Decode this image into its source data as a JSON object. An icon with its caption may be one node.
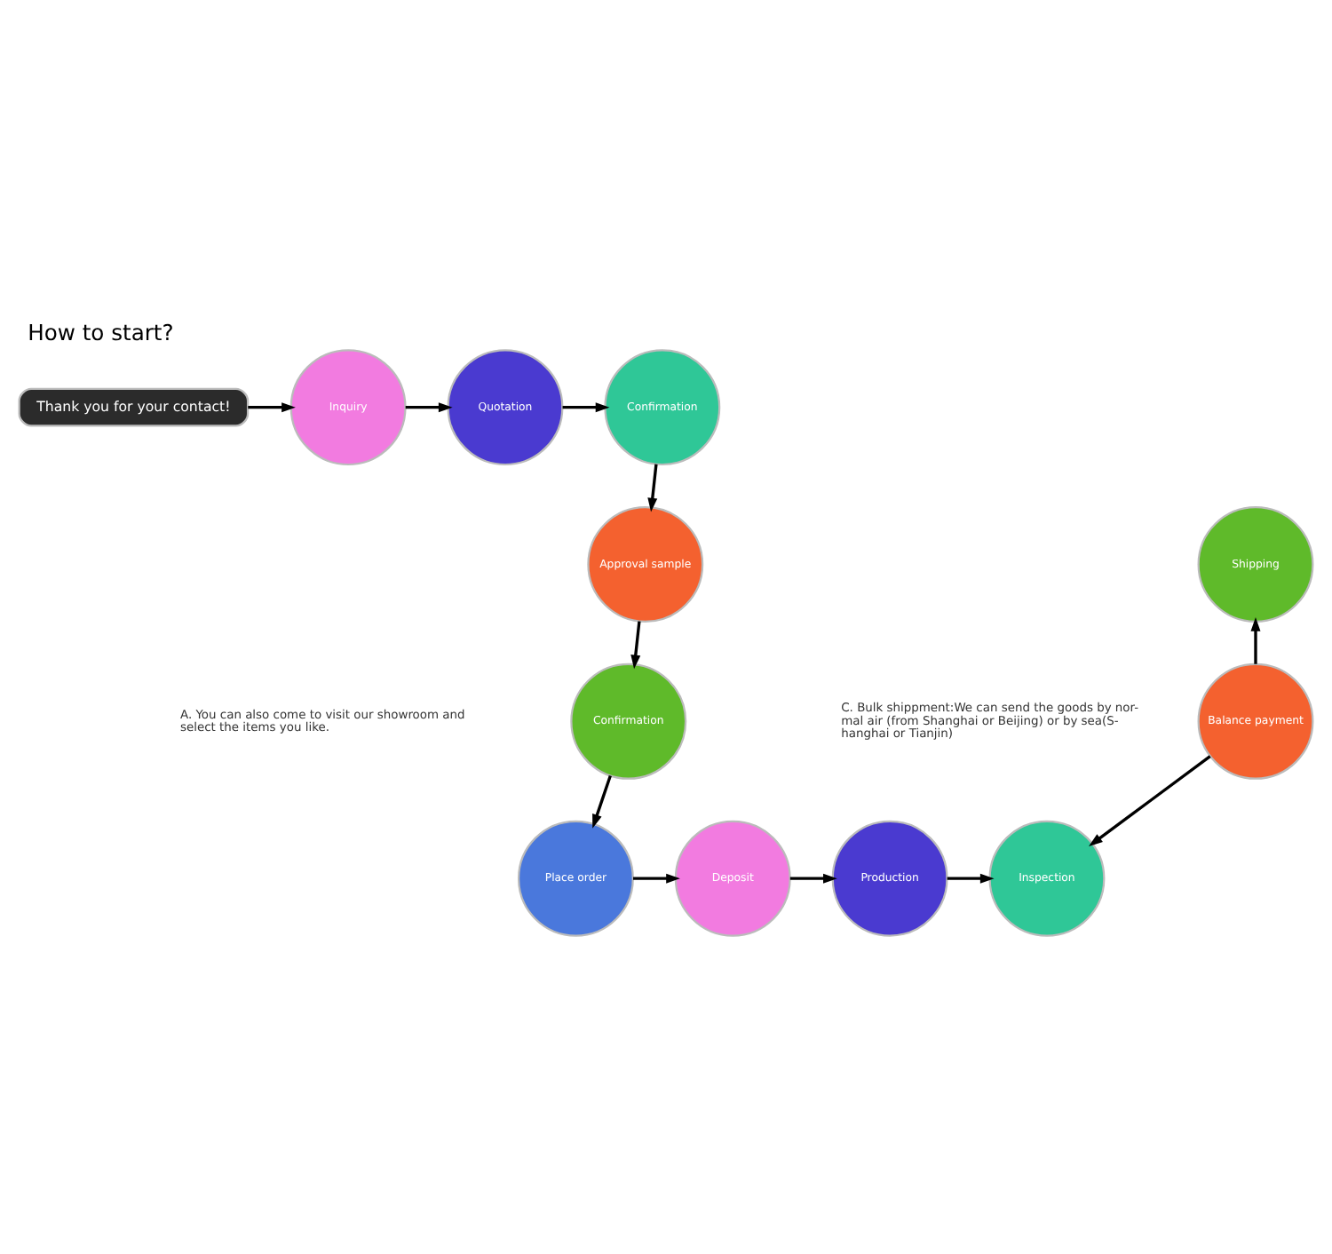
{
  "diagram": {
    "title": "How to start?",
    "nodes": [
      {
        "text": [
          "Thank you for your contact!"
        ]
      },
      {
        "text": [
          "Inquiry"
        ]
      },
      {
        "text": [
          "Quotation"
        ]
      },
      {
        "text": [
          "Confirmation"
        ]
      },
      {
        "text": [
          "Approval sample"
        ]
      },
      {
        "text": [
          "Confirmation"
        ]
      },
      {
        "text": [
          "Place order"
        ]
      },
      {
        "text": [
          "Deposit"
        ]
      },
      {
        "text": [
          "Production"
        ]
      },
      {
        "text": [
          "Inspection"
        ]
      },
      {
        "text": [
          "Balance payment"
        ]
      },
      {
        "text": [
          "Shipping"
        ]
      }
    ],
    "edges": [
      {
        "from": 0,
        "to": 1,
        "arrow": "to"
      },
      {
        "from": 1,
        "to": 2,
        "arrow": "to"
      },
      {
        "from": 2,
        "to": 3,
        "arrow": "to"
      },
      {
        "from": 3,
        "to": 4,
        "arrow": "to"
      },
      {
        "from": 4,
        "to": 5,
        "arrow": "to"
      },
      {
        "from": 5,
        "to": 6,
        "arrow": "to"
      },
      {
        "from": 6,
        "to": 7,
        "arrow": "to"
      },
      {
        "from": 7,
        "to": 8,
        "arrow": "to"
      },
      {
        "from": 8,
        "to": 9,
        "arrow": "to"
      },
      {
        "from": 10,
        "to": 9,
        "arrow": "to"
      },
      {
        "from": 10,
        "to": 11,
        "arrow": "to"
      }
    ],
    "labels": [
      "A. You can also come to visit our showroom and select the items you like.",
      "C. Bulk shippment:We can send the goods by nor- mal air (from Shanghai or Beijing) or by sea(S- hanghai or Tianjin)"
    ]
  }
}
